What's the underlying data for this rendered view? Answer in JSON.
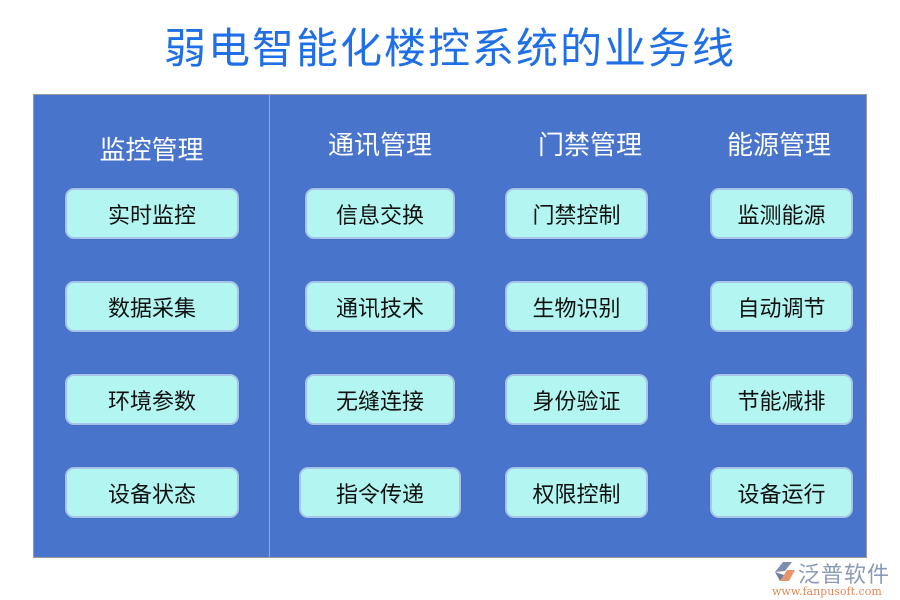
{
  "title": "弱电智能化楼控系统的业务线",
  "colors": {
    "title": "#1f6fe6",
    "panel": "#4874cc",
    "box": "#b3f5f0",
    "header_text": "#ffffff",
    "box_text": "#111111"
  },
  "columns": [
    {
      "header": "监控管理",
      "items": [
        "实时监控",
        "数据采集",
        "环境参数",
        "设备状态"
      ]
    },
    {
      "header": "通讯管理",
      "items": [
        "信息交换",
        "通讯技术",
        "无缝连接",
        "指令传递"
      ]
    },
    {
      "header": "门禁管理",
      "items": [
        "门禁控制",
        "生物识别",
        "身份验证",
        "权限控制"
      ]
    },
    {
      "header": "能源管理",
      "items": [
        "监测能源",
        "自动调节",
        "节能减排",
        "设备运行"
      ]
    }
  ],
  "logo": {
    "name": "泛普软件",
    "url": "www.fanpusoft.com"
  }
}
